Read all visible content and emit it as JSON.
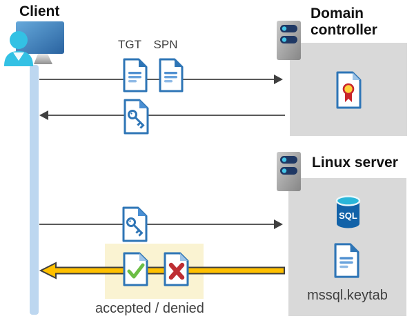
{
  "diagram": {
    "client": {
      "label": "Client"
    },
    "domain_controller": {
      "label": "Domain controller"
    },
    "linux_server": {
      "label": "Linux server",
      "sql_label": "SQL",
      "keytab_label": "mssql.keytab"
    },
    "messages": {
      "tgt_label": "TGT",
      "spn_label": "SPN",
      "result_label": "accepted / denied"
    },
    "icons": [
      "client-computer-user-icon",
      "server-tower-icon",
      "document-icon",
      "key-ticket-document-icon",
      "certificate-icon",
      "sql-database-icon",
      "accepted-check-document-icon",
      "denied-cross-document-icon"
    ],
    "colors": {
      "doc_border_blue": "#2e75b6",
      "doc_fold_light": "#9dc3e6",
      "lifeline_blue": "#bdd7f0",
      "actor_box_gray": "#d9d9d9",
      "highlight_yellow": "#faf3d2",
      "arrow_yellow": "#ffc000",
      "arrow_gray": "#595959",
      "check_green": "#6cbe45",
      "cross_red": "#be2e33",
      "seal_yellow": "#ffd23b",
      "seal_red": "#c9252b",
      "sql_body_blue": "#1262a8",
      "sql_top_cyan": "#29b6d9",
      "person_cyan": "#33c1e4"
    }
  }
}
